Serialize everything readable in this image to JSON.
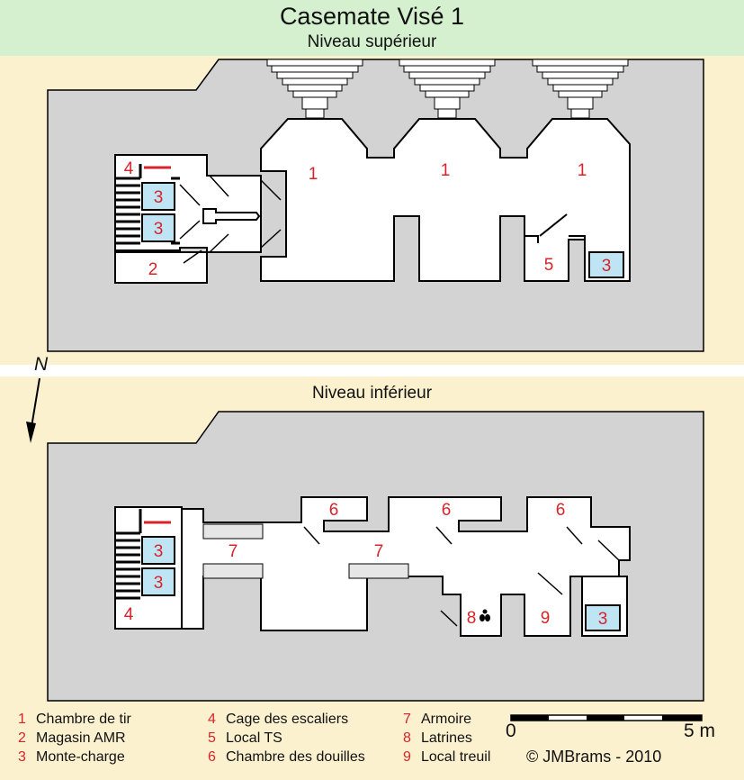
{
  "header": {
    "title": "Casemate Visé 1",
    "subtitle": "Niveau supérieur"
  },
  "lower_level": {
    "title": "Niveau inférieur"
  },
  "north_label": "N",
  "colors": {
    "title_band": "#d5f0cf",
    "background": "#fbf1cf",
    "concrete": "#d3d3d3",
    "room_number": "#d8232a",
    "lift": "#bfe4f3"
  },
  "upper_rooms": [
    {
      "label": "1"
    },
    {
      "label": "1"
    },
    {
      "label": "1"
    },
    {
      "label": "2"
    },
    {
      "label": "3"
    },
    {
      "label": "3"
    },
    {
      "label": "3"
    },
    {
      "label": "4"
    },
    {
      "label": "5"
    }
  ],
  "lower_rooms": [
    {
      "label": "4"
    },
    {
      "label": "3"
    },
    {
      "label": "3"
    },
    {
      "label": "3"
    },
    {
      "label": "6"
    },
    {
      "label": "6"
    },
    {
      "label": "6"
    },
    {
      "label": "7"
    },
    {
      "label": "7"
    },
    {
      "label": "8"
    },
    {
      "label": "9"
    }
  ],
  "legend": [
    {
      "num": "1",
      "text": "Chambre de tir"
    },
    {
      "num": "2",
      "text": "Magasin AMR"
    },
    {
      "num": "3",
      "text": "Monte-charge"
    },
    {
      "num": "4",
      "text": "Cage des escaliers"
    },
    {
      "num": "5",
      "text": "Local TS"
    },
    {
      "num": "6",
      "text": "Chambre des douilles"
    },
    {
      "num": "7",
      "text": "Armoire"
    },
    {
      "num": "8",
      "text": "Latrines"
    },
    {
      "num": "9",
      "text": "Local treuil"
    }
  ],
  "scale": {
    "start": "0",
    "end": "5 m"
  },
  "copyright": "©  JMBrams - 2010"
}
